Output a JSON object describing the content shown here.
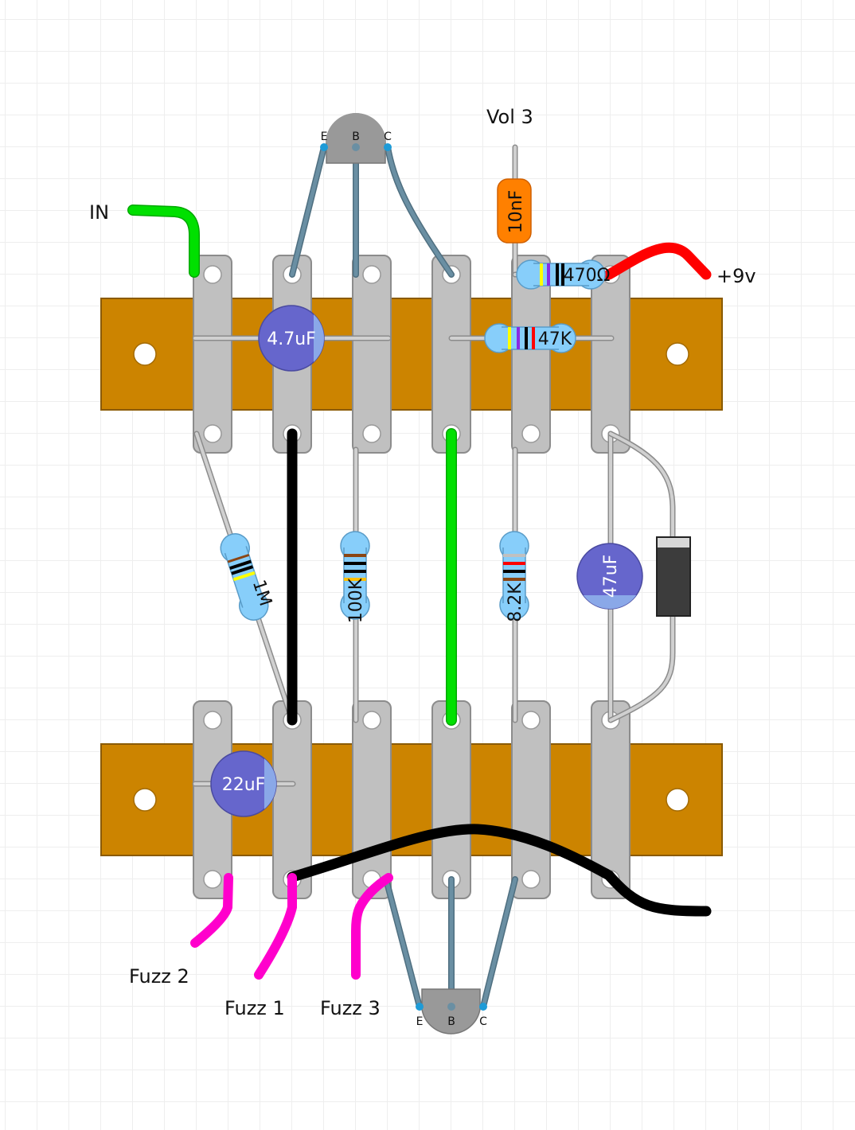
{
  "diagram": {
    "title": "",
    "labels": {
      "in": "IN",
      "vol3": "Vol 3",
      "v9": "+9v",
      "fuzz1": "Fuzz 1",
      "fuzz2": "Fuzz 2",
      "fuzz3": "Fuzz 3"
    },
    "colors": {
      "board": "#cc8400",
      "board_edge": "#8a5a00",
      "strip": "#c0c0c0",
      "strip_edge": "#8c8c8c",
      "grid": "#eeeeee",
      "resistor_body": "#87cefa",
      "cap_electrolytic": "#6666cc",
      "cap_film": "#ff8000",
      "transistor": "#999999",
      "transistor_leg": "#6a8fa3",
      "diode": "#3c3c3c",
      "wire_green": "#00e000",
      "wire_red": "#ff0000",
      "wire_black": "#000000",
      "wire_magenta": "#ff00cc"
    },
    "transistors": [
      {
        "id": "Q-top",
        "pins": [
          "E",
          "B",
          "C"
        ]
      },
      {
        "id": "Q-bottom",
        "pins": [
          "E",
          "B",
          "C"
        ]
      }
    ],
    "resistors": [
      {
        "id": "R-470",
        "label": "470Ω",
        "bands": [
          "#ffff00",
          "#8a2be2",
          "#000000",
          "#000000"
        ]
      },
      {
        "id": "R-47K",
        "label": "47K",
        "bands": [
          "#ffff00",
          "#8a2be2",
          "#000000",
          "#ff0000"
        ]
      },
      {
        "id": "R-1M",
        "label": "1M",
        "bands": [
          "#8b4513",
          "#000000",
          "#000000",
          "#ffff00"
        ]
      },
      {
        "id": "R-100K",
        "label": "100K",
        "bands": [
          "#8b4513",
          "#000000",
          "#000000",
          "#ffc000"
        ]
      },
      {
        "id": "R-8.2K",
        "label": "8.2K",
        "bands": [
          "#c0c0c0",
          "#ff0000",
          "#000000",
          "#8b4513"
        ]
      }
    ],
    "capacitors": [
      {
        "id": "C-4.7uF",
        "label": "4.7uF",
        "type": "electrolytic"
      },
      {
        "id": "C-22uF",
        "label": "22uF",
        "type": "electrolytic"
      },
      {
        "id": "C-47uF",
        "label": "47uF",
        "type": "electrolytic"
      },
      {
        "id": "C-10nF",
        "label": "10nF",
        "type": "film"
      }
    ],
    "diodes": [
      {
        "id": "D1",
        "label": ""
      }
    ]
  }
}
